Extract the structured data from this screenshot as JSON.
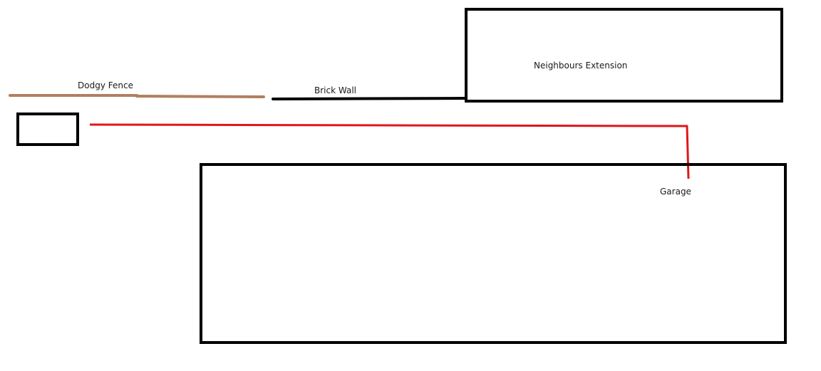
{
  "labels": {
    "dodgy_fence": "Dodgy Fence",
    "brick_wall": "Brick Wall",
    "neighbours_extension": "Neighbours Extension",
    "garage": "Garage"
  },
  "colors": {
    "background": "#ffffff",
    "outline": "#000000",
    "fence": "#b08060",
    "route": "#e0161c",
    "text": "#1a1a1a"
  }
}
